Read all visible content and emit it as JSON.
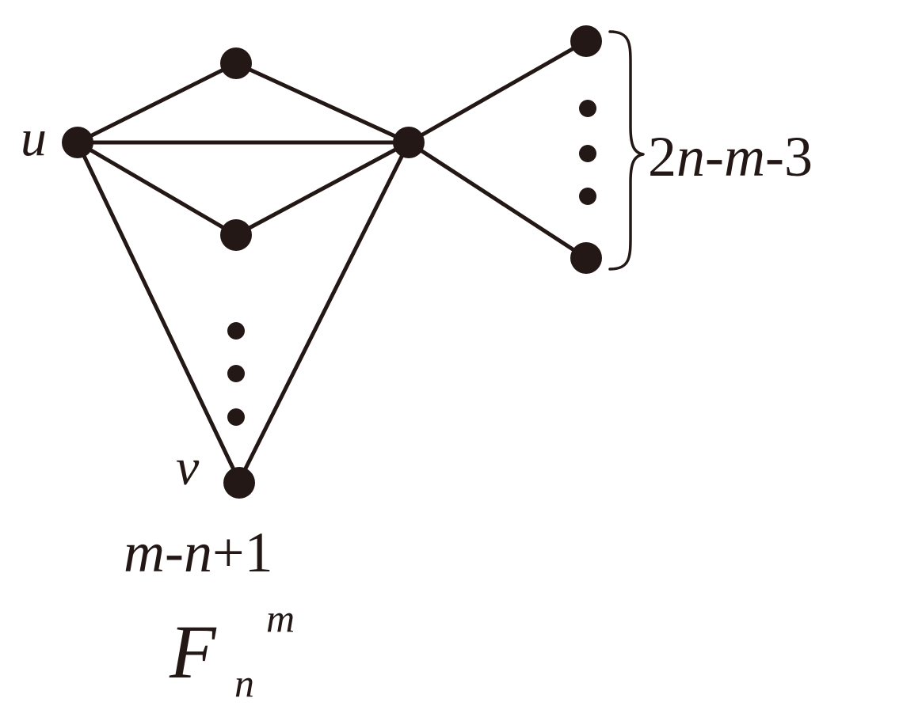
{
  "labels": {
    "u": "u",
    "v": "v",
    "brace_count": {
      "coef": "2",
      "n": "n",
      "dash1": "-",
      "m": "m",
      "dash2": "-",
      "const": "3"
    },
    "path_count": {
      "m": "m",
      "dash": "-",
      "n": "n",
      "plus": "+",
      "const": "1"
    },
    "graph_name": {
      "base": "F",
      "subscript": "n",
      "superscript": "m"
    }
  },
  "colors": {
    "ink": "#231815",
    "background": "#ffffff"
  }
}
